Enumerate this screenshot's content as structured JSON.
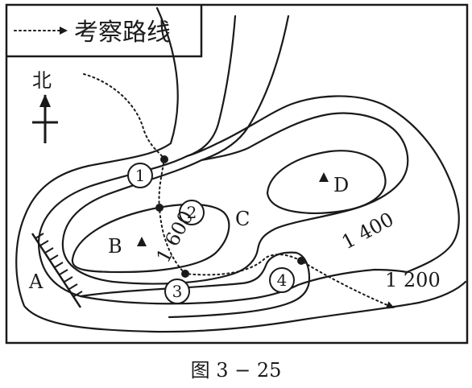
{
  "legend": {
    "label": "考察路线"
  },
  "north_label": "北",
  "contour_labels": {
    "c1600": "1 600",
    "c1400": "1 400",
    "c1200": "1 200"
  },
  "points": {
    "A": "A",
    "B": "B",
    "C": "C",
    "D": "D"
  },
  "stops": [
    "①",
    "②",
    "③",
    "④"
  ],
  "caption": "图 3 − 25",
  "colors": {
    "ink": "#1a1a1a",
    "background": "#ffffff"
  }
}
